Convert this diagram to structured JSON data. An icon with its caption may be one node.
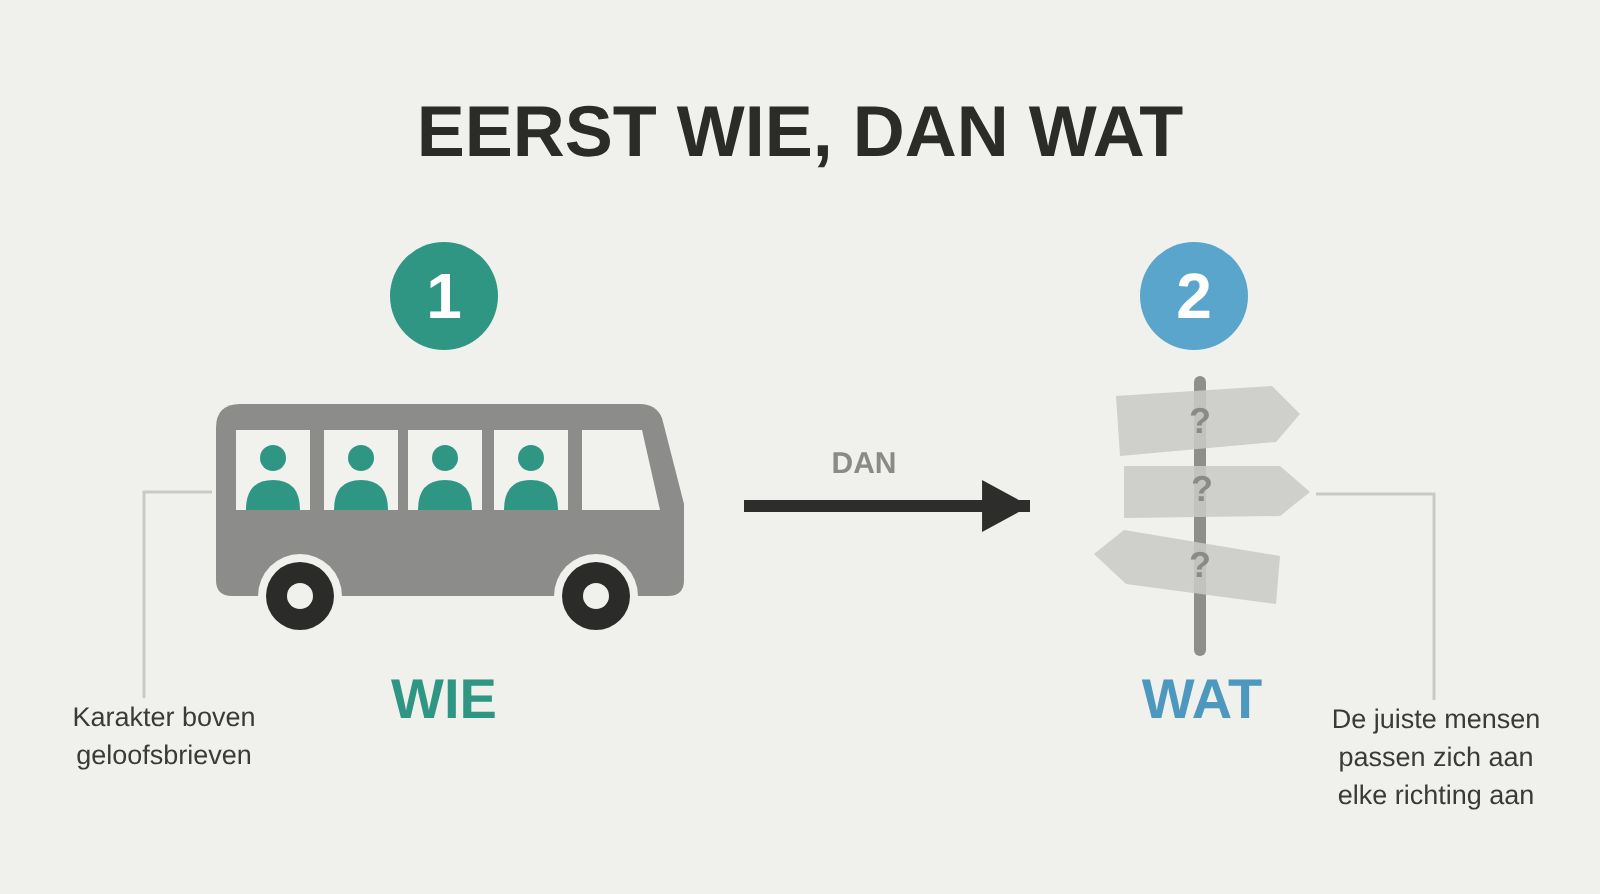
{
  "diagram": {
    "title": "EERST WIE, DAN WAT",
    "nodes": [
      {
        "text": [
          "1"
        ]
      },
      {
        "text": [
          "2"
        ]
      },
      {
        "text": [],
        "shape": "picture",
        "beside": [
          "WIE"
        ]
      },
      {
        "text": [],
        "shape": "picture",
        "beside": [
          "WAT"
        ]
      },
      {
        "text": [
          "Karakter boven geloofsbrieven"
        ]
      },
      {
        "text": [
          "De juiste mensen passen zich aan elke richting aan"
        ]
      }
    ],
    "edges": [
      {
        "from": 2,
        "to": 3,
        "arrow": "to",
        "label": "DAN",
        "style": "thick",
        "color": "#2d2d2b"
      },
      {
        "from": 4,
        "to": 2,
        "arrow": "none"
      },
      {
        "from": 5,
        "to": 3,
        "arrow": "none"
      }
    ],
    "labels": [
      "?",
      "?",
      "?"
    ]
  }
}
